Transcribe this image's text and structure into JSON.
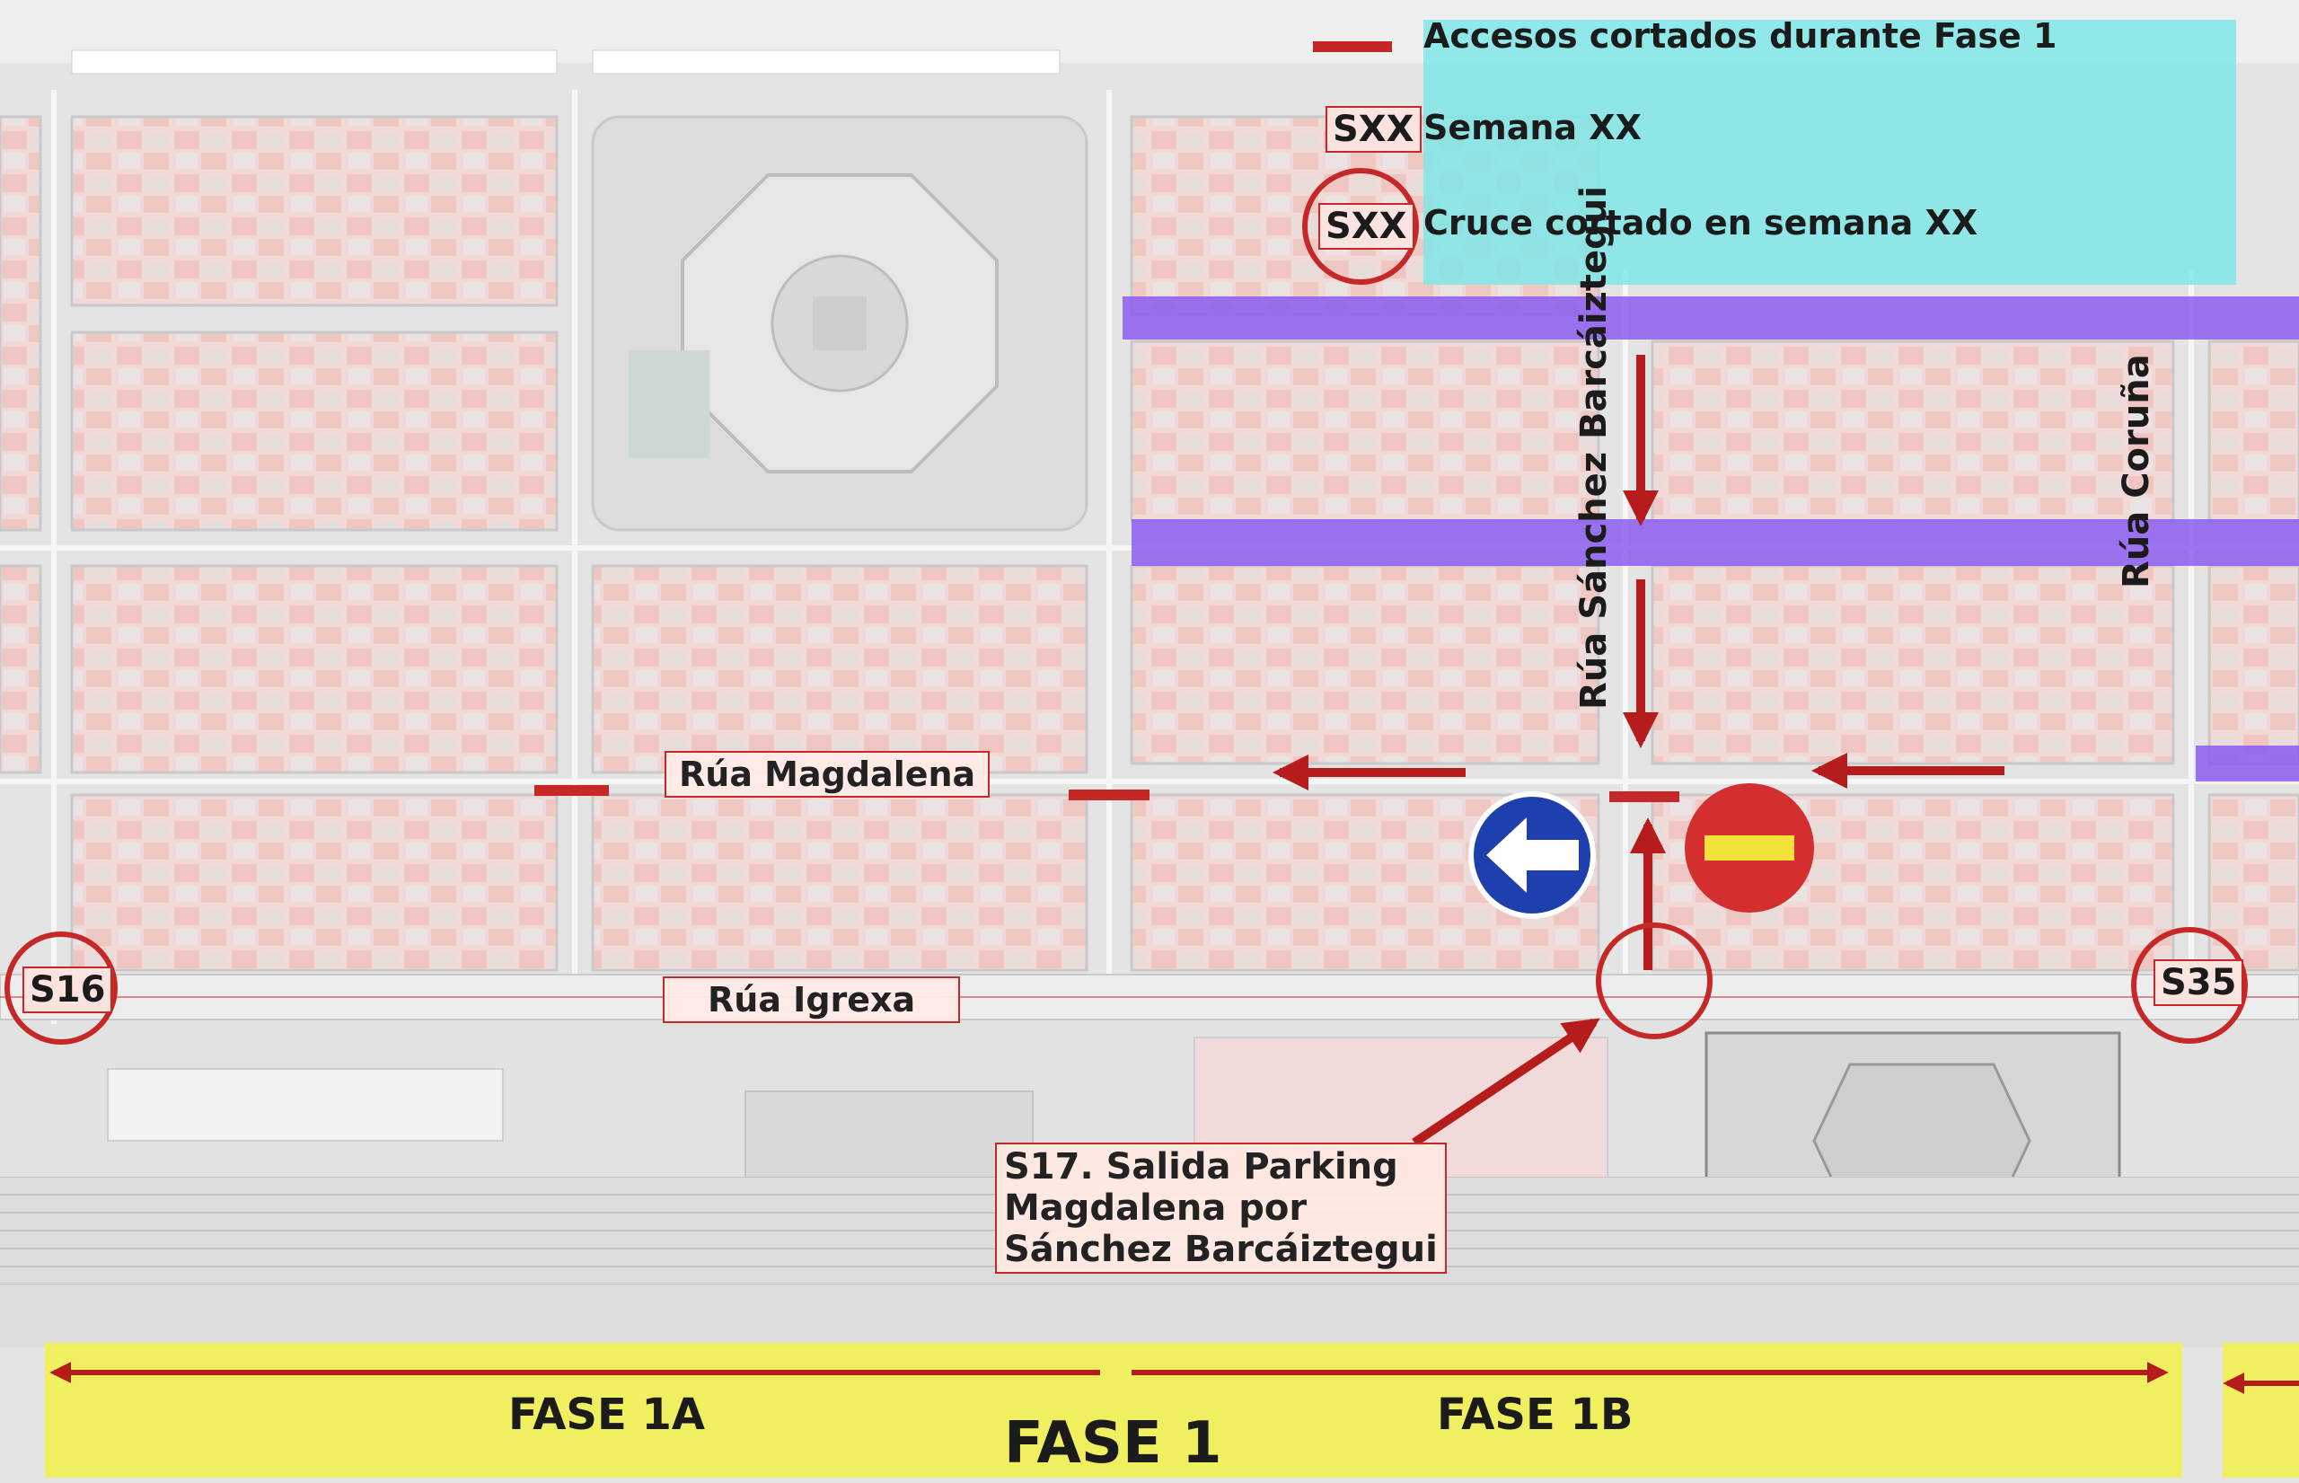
{
  "legend": {
    "closed_access": "Accesos cortados durante Fase 1",
    "week_code": "SXX",
    "week_label": "Semana XX",
    "crossing_code": "SXX",
    "crossing_label": "Cruce cortado en semana XX"
  },
  "streets": {
    "magdalena": "Rúa Magdalena",
    "igrexa": "Rúa Igrexa",
    "sanchez": "Rúa Sánchez Barcáiztegui",
    "coruna": "Rúa Coruña"
  },
  "crossings": {
    "s16": "S16",
    "s35": "S35"
  },
  "callout": {
    "line1": "S17. Salida Parking",
    "line2": "Magdalena por",
    "line3": "Sánchez Barcáiztegui"
  },
  "phases": {
    "fase1a": "FASE 1A",
    "fase1b": "FASE 1B",
    "fase1": "FASE 1"
  },
  "signs": {
    "one_way": "arrow-left-icon",
    "no_entry": "no-entry-icon"
  },
  "colors": {
    "closure": "#c62828",
    "arrow": "#b71c1c",
    "detour_band": "#8c5cf0",
    "phase_band": "#f1f050",
    "legend_bg": "#7fe6e6",
    "sign_blue": "#1e40af",
    "sign_red": "#d32f2f"
  }
}
